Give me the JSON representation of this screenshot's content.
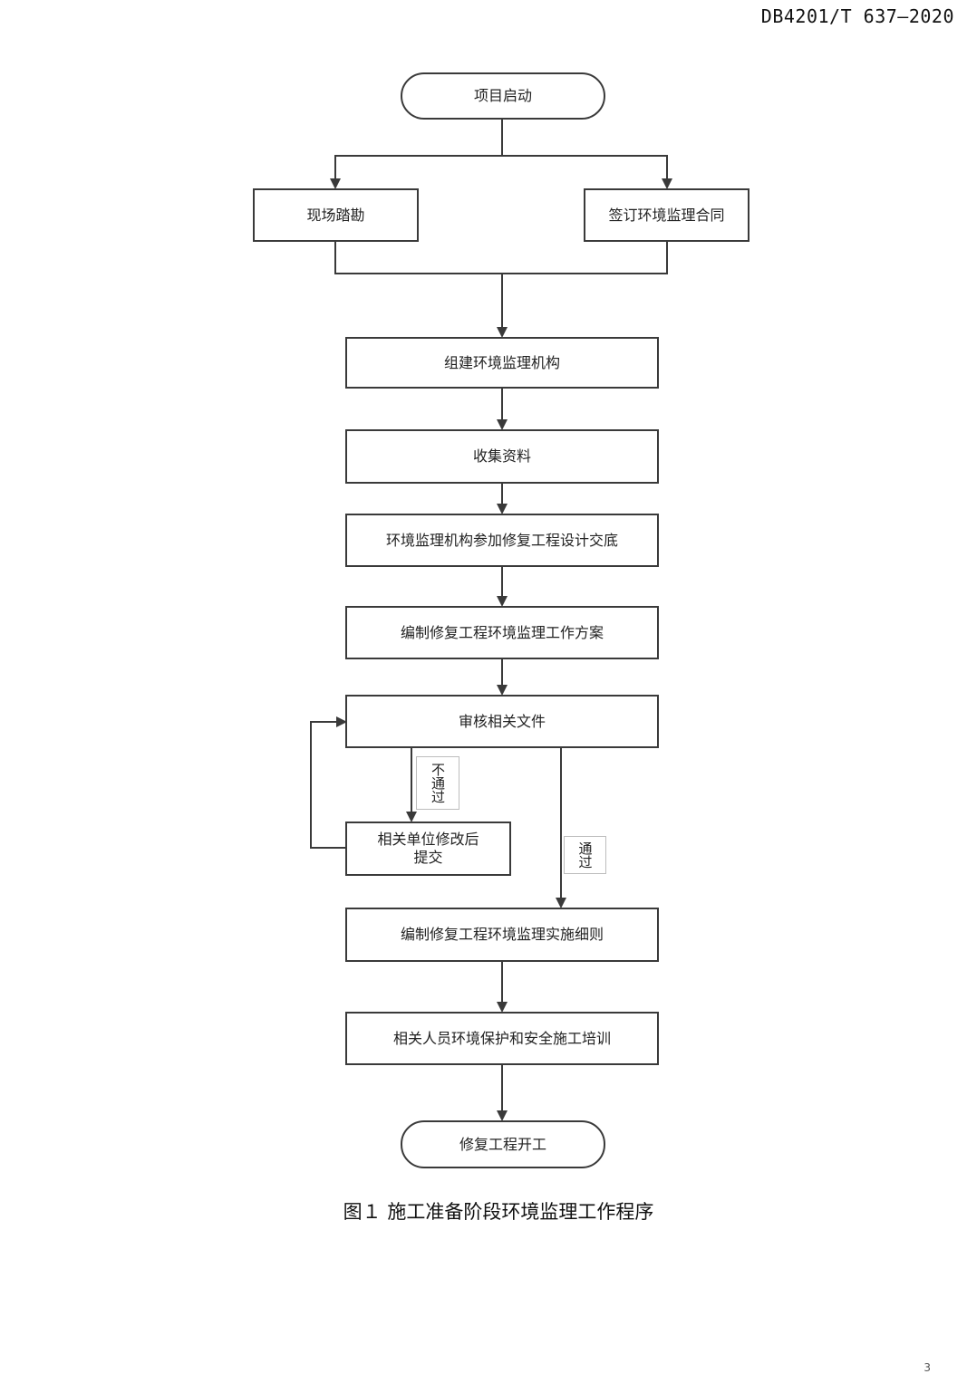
{
  "header": {
    "doc_code": "DB4201/T 637—2020"
  },
  "nodes": {
    "start": "项目启动",
    "site_survey": "现场踏勘",
    "sign_contract": "签订环境监理合同",
    "form_org": "组建环境监理机构",
    "collect_data": "收集资料",
    "design_briefing": "环境监理机构参加修复工程设计交底",
    "work_plan": "编制修复工程环境监理工作方案",
    "review_docs": "审核相关文件",
    "revise_line1": "相关单位修改后",
    "revise_line2": "提交",
    "detailed_rules": "编制修复工程环境监理实施细则",
    "training": "相关人员环境保护和安全施工培训",
    "end": "修复工程开工"
  },
  "edge_labels": {
    "fail": "不通过",
    "pass": "通过"
  },
  "caption": "图１ 施工准备阶段环境监理工作程序",
  "page_number": "3"
}
